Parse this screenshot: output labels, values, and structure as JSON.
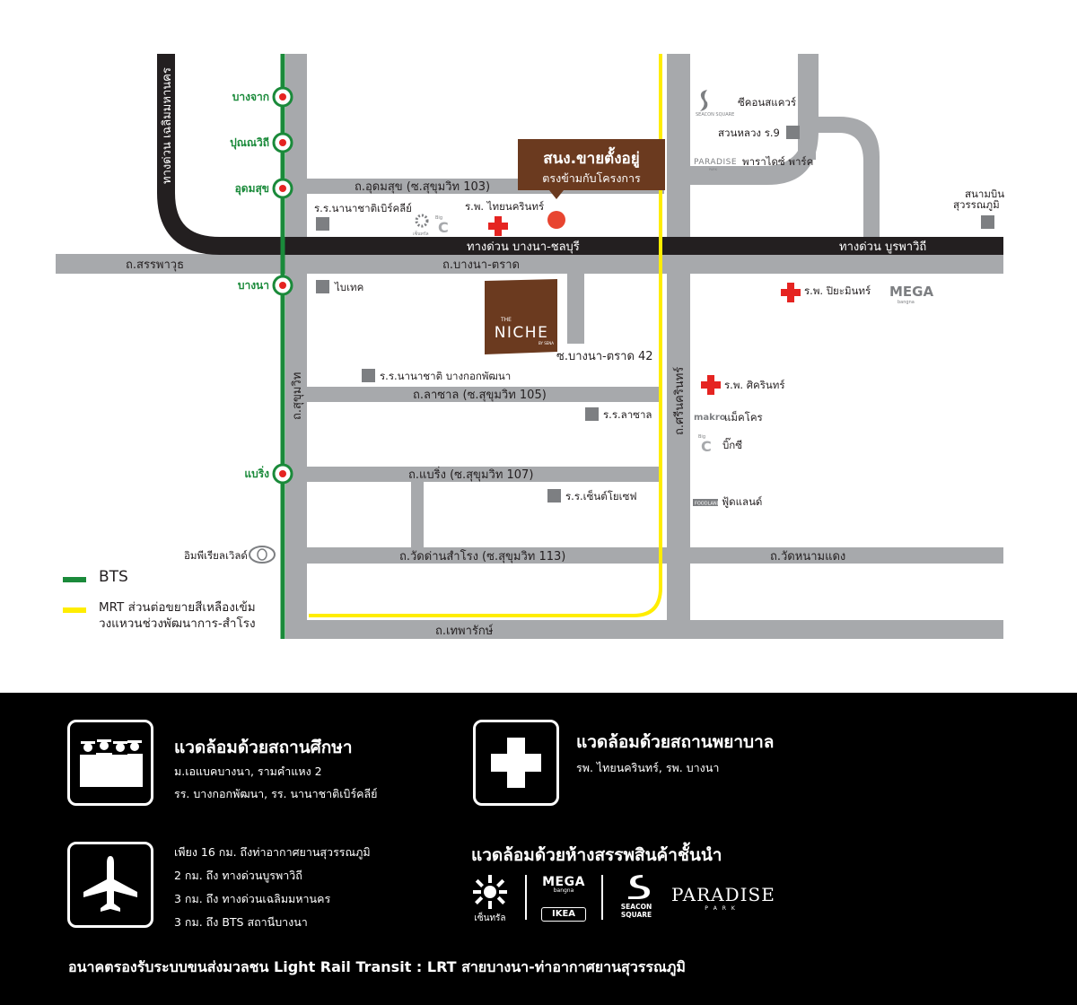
{
  "colors": {
    "road": "#a7a9ac",
    "highway": "#231f20",
    "bts": "#1a8a3a",
    "mrt": "#ffed00",
    "brown": "#6b3a1f",
    "hospital": "#e52421",
    "sales_dot": "#e84530"
  },
  "map": {
    "sales_office": {
      "line1": "สนง.ขายตั้งอยู่",
      "line2": "ตรงข้ามกับโครงการ"
    },
    "project": {
      "small": "THE",
      "name": "NICHE",
      "sub": "BY SENA"
    },
    "highways": {
      "bangna_chonburi": "ทางด่วน บางนา-ชลบุรี",
      "burapha_withi": "ทางด่วน บูรพาวิถี",
      "chaloem_maha_nakhon": "ทางด่วน เฉลิมมหานคร"
    },
    "roads": {
      "udomsuk": "ถ.อุดมสุข (ซ.สุขุมวิท 103)",
      "sanphawut": "ถ.สรรพาวุธ",
      "bangna_trad": "ถ.บางนา-ตราด",
      "soi_42": "ซ.บางนา-ตราด 42",
      "lasalle": "ถ.ลาซาล (ซ.สุขุมวิท 105)",
      "bearing": "ถ.แบริ่ง (ซ.สุขุมวิท 107)",
      "wat_dan": "ถ.วัดด่านสำโรง (ซ.สุขุมวิท 113)",
      "wat_nam_daeng": "ถ.วัดหนามแดง",
      "theparak": "ถ.เทพารักษ์",
      "sukhumvit": "ถ.สุขุมวิท",
      "srinakarin": "ถ.ศรีนครินทร์"
    },
    "bts_stations": [
      "บางจาก",
      "ปุณณวิถี",
      "อุดมสุข",
      "บางนา",
      "แบริ่ง"
    ],
    "places": {
      "seacon_square": "ซีคอนสแควร์",
      "suan_luang": "สวนหลวง ร.9",
      "paradise_park": "พาราไดซ์ พาร์ค",
      "bangkok_prep": "ร.ร.นานาชาติเบิร์คลีย์",
      "thainakarin": "ร.พ. ไทยนครินทร์",
      "suvarnabhumi": "สนามบิน สุวรรณภูมิ",
      "bitec": "ไบเทค",
      "piyamin": "ร.พ. ปิยะมินทร์",
      "ruamrudee_bangkok_patana": "ร.ร.นานาชาติ บางกอกพัฒนา",
      "sikarin": "ร.พ. ศิครินทร์",
      "lasalle_school": "ร.ร.ลาซาล",
      "makro": "แม็คโคร",
      "bigc": "บิ๊กซี",
      "st_joseph": "ร.ร.เซ็นต์โยเซฟ",
      "foodland": "ฟู้ดแลนด์",
      "imperial": "อิมพีเรียลเวิลด์"
    },
    "logos": {
      "seacon_small": "SEACON SQUARE",
      "paradise_small": "PARADISE",
      "paradise_sub": "PARK",
      "mega": "MEGA",
      "mega_sub": "bangna",
      "makro": "makro",
      "big": "Big",
      "foodland": "FOODLAND",
      "central": "เซ็นทรัล"
    }
  },
  "legend": {
    "bts_label": "BTS",
    "mrt_line1": "MRT ส่วนต่อขยายสีเหลืองเข้ม",
    "mrt_line2": "วงแหวนช่วงพัฒนาการ-สำโรง"
  },
  "panel": {
    "education": {
      "title": "แวดล้อมด้วยสถานศึกษา",
      "line1": "ม.เอแบคบางนา, รามคำแหง 2",
      "line2": "รร. บางกอกพัฒนา,  รร. นานาชาติเบิร์คลีย์"
    },
    "hospital": {
      "title": "แวดล้อมด้วยสถานพยาบาล",
      "line1": "รพ. ไทยนครินทร์, รพ. บางนา"
    },
    "travel": {
      "line1": "เพียง 16 กม. ถึงท่าอากาศยานสุวรรณภูมิ",
      "line2": "2 กม. ถึง ทางด่วนบูรพาวิถี",
      "line3": "3 กม. ถึง ทางด่วนเฉลิมมหานคร",
      "line4": "3 กม. ถึง BTS สถานีบางนา"
    },
    "shopping": {
      "title": "แวดล้อมด้วยห้างสรรพสินค้าชั้นนำ",
      "central": "เซ็นทรัล",
      "mega": "MEGA",
      "mega_sub": "bangna",
      "ikea": "IKEA",
      "seacon1": "SEACON",
      "seacon2": "SQUARE",
      "paradise": "PARADISE",
      "paradise_sub": "P A R K"
    },
    "footer": "อนาคตรองรับระบบขนส่งมวลชน Light Rail Transit : LRT สายบางนา-ท่าอากาศยานสุวรรณภูมิ"
  }
}
